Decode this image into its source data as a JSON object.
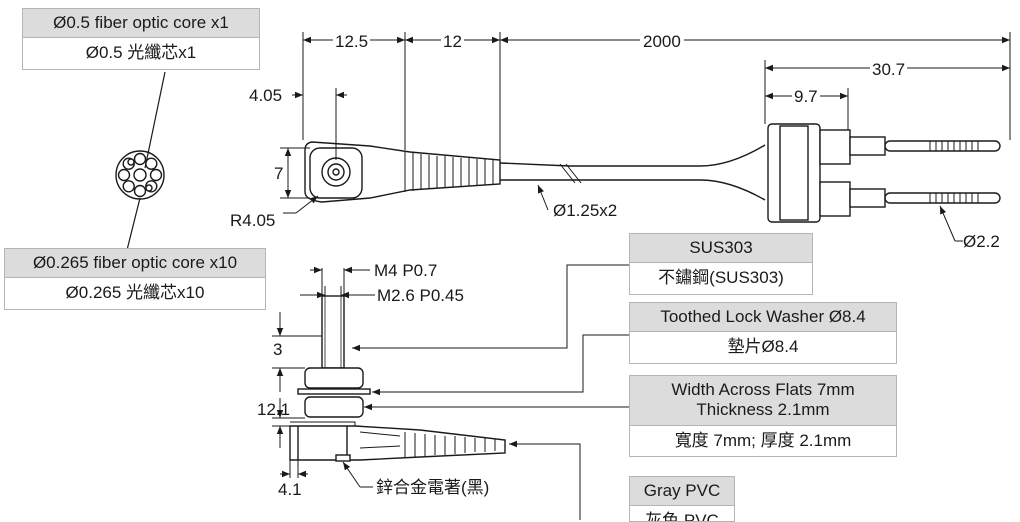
{
  "callouts": {
    "core_single": {
      "en": "Ø0.5 fiber optic core x1",
      "zh": "Ø0.5 光纖芯x1"
    },
    "core_multi": {
      "en": "Ø0.265 fiber optic core x10",
      "zh": "Ø0.265 光纖芯x10"
    },
    "sus": {
      "en": "SUS303",
      "zh": "不鏽鋼(SUS303)"
    },
    "washer": {
      "en": "Toothed Lock Washer Ø8.4",
      "zh": "墊片Ø8.4"
    },
    "nut": {
      "en_line1": "Width Across Flats 7mm",
      "en_line2": "Thickness 2.1mm",
      "zh": "寬度 7mm; 厚度 2.1mm"
    },
    "pvc": {
      "en": "Gray PVC",
      "zh": "灰色 PVC"
    }
  },
  "dimensions": {
    "d12_5": "12.5",
    "d12": "12",
    "d2000": "2000",
    "d4_05": "4.05",
    "d7": "7",
    "r4_05": "R4.05",
    "d1_25x2": "Ø1.25x2",
    "d30_7": "30.7",
    "d9_7": "9.7",
    "d2_2": "Ø2.2",
    "m4": "M4 P0.7",
    "m2_6": "M2.6  P0.45",
    "d3": "3",
    "d12_1": "12.1",
    "d4_1": "4.1"
  },
  "notes": {
    "plating": "鋅合金電著(黑)"
  }
}
